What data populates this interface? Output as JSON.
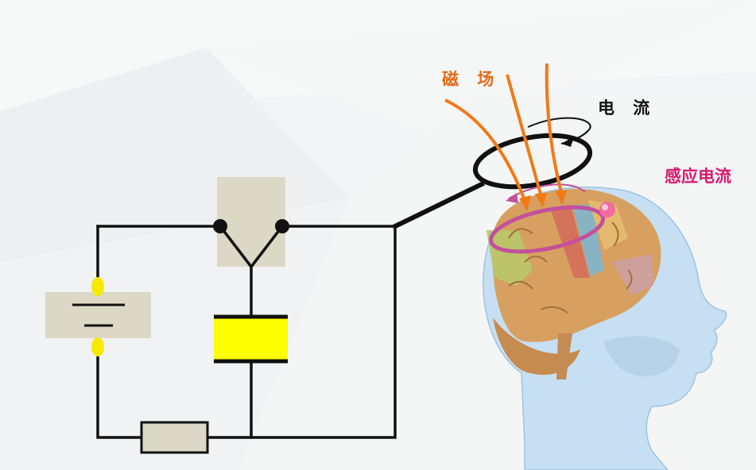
{
  "labels": {
    "magnetic_field": "磁 场",
    "current": "电 流",
    "induced_current": "感应电流"
  },
  "colors": {
    "background": "#f3f4f5",
    "component_box": "#dcd8c6",
    "wire": "#111111",
    "battery_terminal": "#f5ea00",
    "capacitor": "#ffff00",
    "field_arrows": "#f07a16",
    "magnetic_label": "#e26a17",
    "current_label": "#111111",
    "induced_label": "#d6186f",
    "induced_loop": "#c2509c",
    "head": "#c6dff2",
    "brain": "#d7a060"
  },
  "icons": {
    "battery": "battery-symbol",
    "switch": "switch-symbol",
    "capacitor": "capacitor-symbol",
    "resistor": "resistor-symbol",
    "coil": "coil-loop",
    "head": "human-head-brain"
  }
}
